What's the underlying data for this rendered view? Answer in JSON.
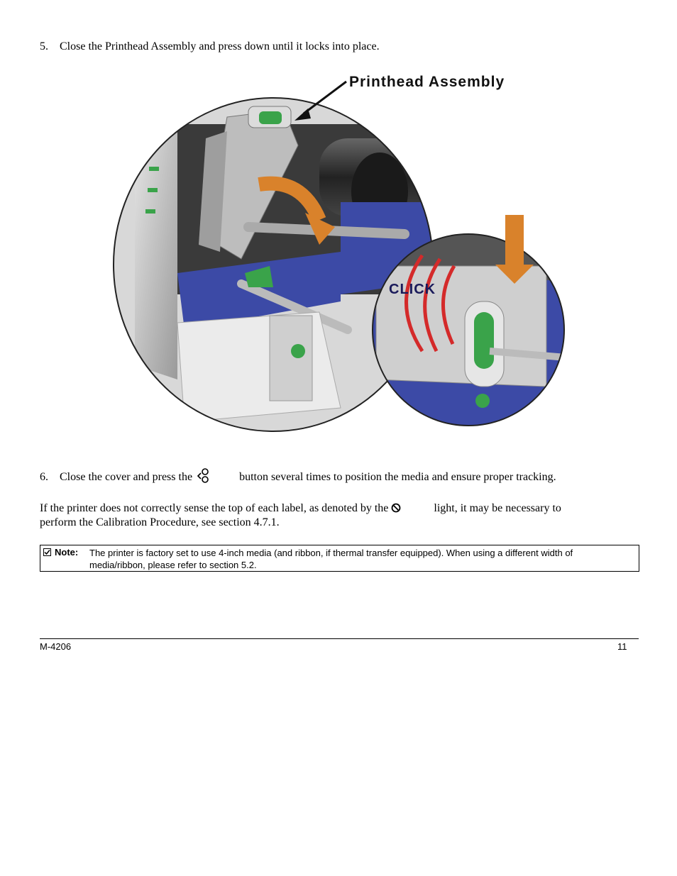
{
  "step5": {
    "number": "5.",
    "text": "Close the Printhead Assembly and press down until it locks into place."
  },
  "figure": {
    "callout_label": "Printhead Assembly",
    "click_label": "CLICK",
    "colors": {
      "media_blue": "#3c4aa6",
      "arrow_orange": "#d9822b",
      "latch_green": "#3aa34a",
      "click_red": "#d42a2a"
    }
  },
  "step6": {
    "number": "6.",
    "text_before": "Close the cover and press the",
    "text_after": "button several times to position the media and ensure proper tracking.",
    "icon": "feed-button-icon"
  },
  "para": {
    "text_before": "If the printer does not correctly sense the top of each label, as denoted by the",
    "text_after": "light, it may be necessary to",
    "line2": "perform the Calibration Procedure, see section 4.7.1.",
    "icon": "fault-light-icon"
  },
  "note": {
    "label": "Note:",
    "line1": "The printer is factory set to use 4-inch media (and ribbon, if thermal transfer equipped). When using a different width of",
    "line2": "media/ribbon, please refer to section 5.2."
  },
  "footer": {
    "doc_id": "M-4206",
    "page": "11"
  }
}
